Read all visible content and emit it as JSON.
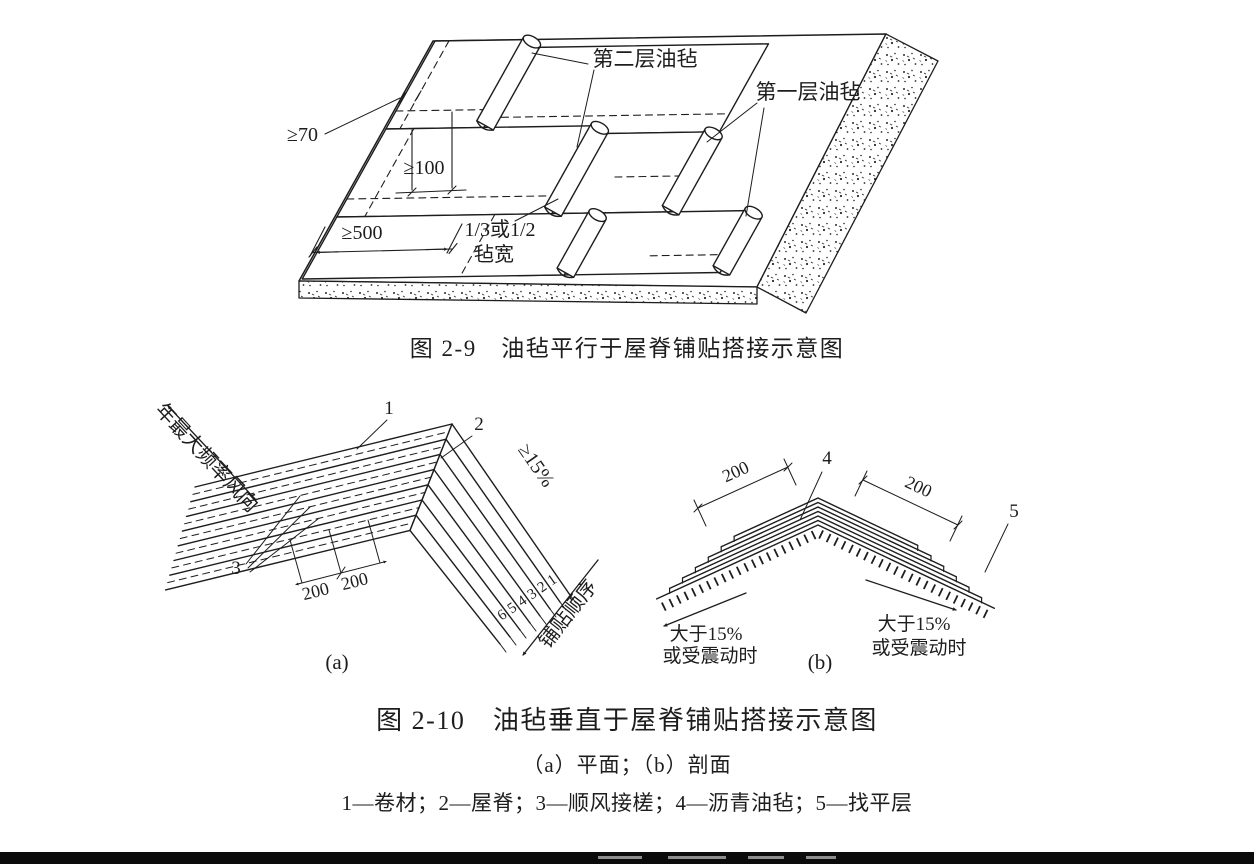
{
  "page": {
    "paper_color": "#ffffff",
    "ink_color": "#1d1d1d"
  },
  "fig29": {
    "caption": "图 2-9　油毡平行于屋脊铺贴搭接示意图",
    "label_second_layer": "第二层油毡",
    "label_first_layer": "第一层油毡",
    "dim_70": "≥70",
    "dim_100": "≥100",
    "dim_500": "≥500",
    "overlap_note_line1": "1/3或1/2",
    "overlap_note_line2": "毡宽"
  },
  "fig210": {
    "caption": "图 2-10　油毡垂直于屋脊铺贴搭接示意图",
    "subcaption": "（a）平面；（b）剖面",
    "legend": "1—卷材；2—屋脊；3—顺风接槎；4—沥青油毡；5—找平层",
    "plan": {
      "wind_direction_label": "年最大频率风向",
      "slope_label": "≥15%",
      "callout_1": "1",
      "callout_2": "2",
      "callout_3": "3",
      "dim_200_a": "200",
      "dim_200_b": "200",
      "sequence_numbers": [
        "1",
        "2",
        "3",
        "4",
        "5",
        "6"
      ],
      "sequence_label": "铺贴顺序",
      "sublabel": "(a)"
    },
    "section": {
      "callout_4": "4",
      "callout_5": "5",
      "dim_200_left": "200",
      "dim_200_right": "200",
      "note_left_line1": "大于15%",
      "note_left_line2": "或受震动时",
      "note_right_line1": "大于15%",
      "note_right_line2": "或受震动时",
      "sublabel": "(b)"
    }
  }
}
